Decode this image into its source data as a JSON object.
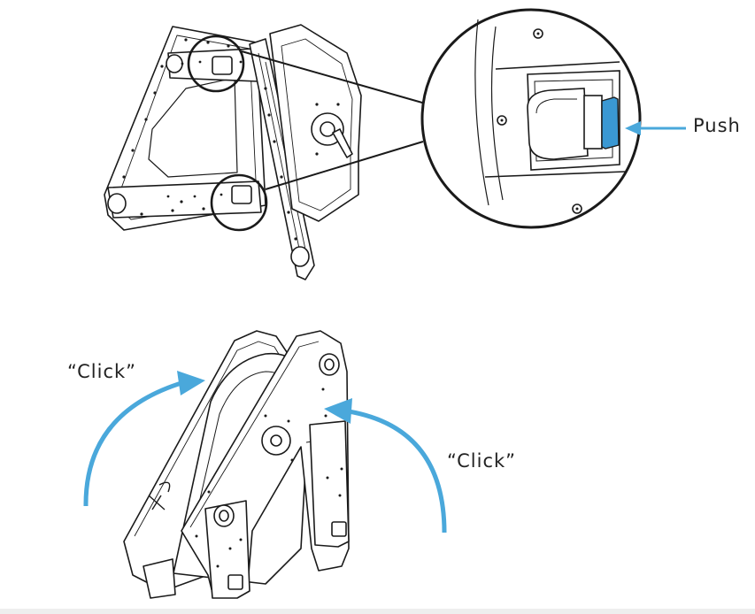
{
  "labels": {
    "push": "Push",
    "click_left": "“Click”",
    "click_right": "“Click”"
  },
  "colors": {
    "arrow": "#4aa8db",
    "latch": "#3a98d3",
    "line": "#1a1a1a"
  }
}
